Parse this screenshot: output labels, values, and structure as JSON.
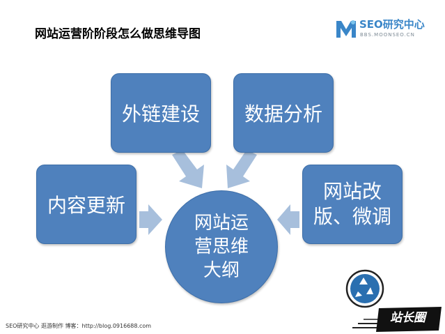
{
  "title": "网站运营阶阶段怎么做思维导图",
  "logo": {
    "main": "SEO研究中心",
    "sub": "BBS.MOONSEO.CN",
    "color": "#3a86c8"
  },
  "nodes": {
    "content_update": "内容更新",
    "link_building": "外链建设",
    "data_analysis": "数据分析",
    "redesign": "网站改版、微调"
  },
  "center": "网站运营思维大纲",
  "footer": "SEO研究中心 逛游制作 博客：http://blog.0916688.com",
  "stamp_text": "站长圈",
  "colors": {
    "node_fill": "#4f81bd",
    "arrow_fill": "#a7bfdc"
  }
}
